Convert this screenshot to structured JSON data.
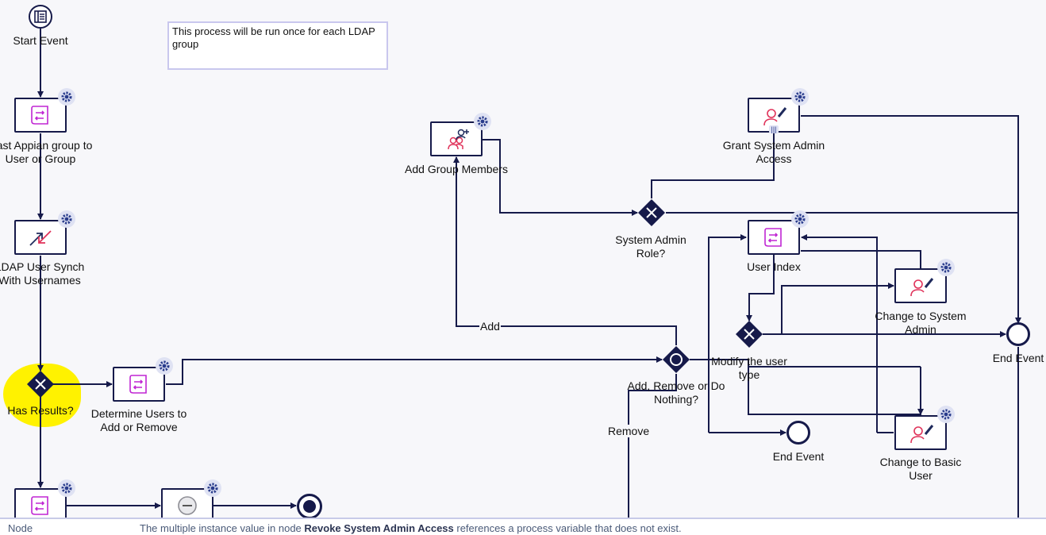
{
  "note": {
    "text": "This process will be run once for each LDAP group"
  },
  "nodes": {
    "start_event": "Start Event",
    "cast_group": "Cast Appian group to User or Group",
    "ldap_sync": "LDAP User Synch With Usernames",
    "has_results": "Has Results?",
    "determine_users": "Determine Users to Add or Remove",
    "add_group_members": "Add Group Members",
    "grant_admin": "Grant System Admin Access",
    "admin_role_gateway": "System Admin Role?",
    "user_index": "User Index",
    "modify_type": "Modify the user type",
    "change_to_admin": "Change to System Admin",
    "change_to_basic": "Change to Basic User",
    "add_remove_gateway": "Add, Remove or Do Nothing?",
    "end_event_right": "End Event",
    "end_event_mid": "End Event"
  },
  "flow_labels": {
    "add": "Add",
    "remove": "Remove"
  },
  "status_bar": {
    "column": "Node",
    "message_prefix": "The multiple instance value in node ",
    "message_node": "Revoke System Admin Access",
    "message_suffix": " references a process variable that does not exist."
  },
  "colors": {
    "flow_line": "#161a4a",
    "script_icon": "#c026d3",
    "user_icon": "#e0325a",
    "highlight": "#fff200",
    "gear_bg": "#dfe2f3"
  }
}
